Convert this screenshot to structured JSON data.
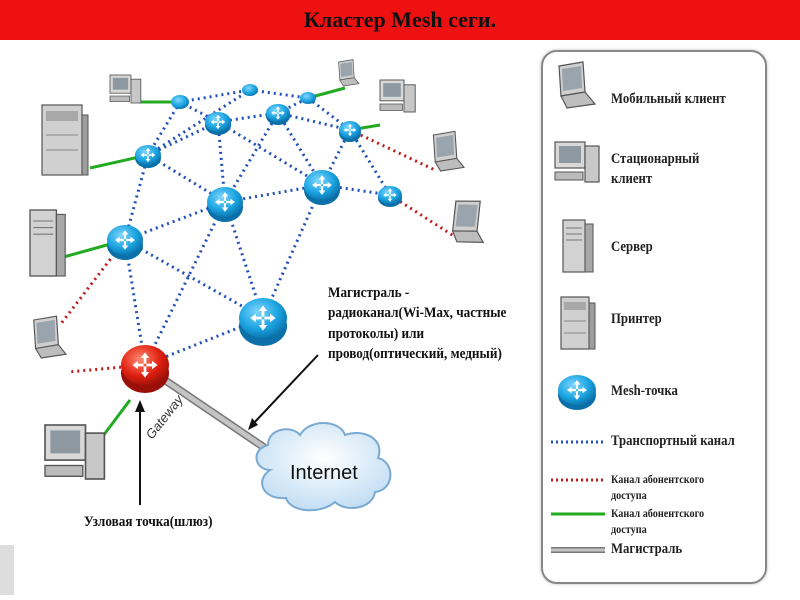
{
  "title": "Кластер Mesh сеги.",
  "diagram": {
    "internet_label": "Internet",
    "gateway_label": "Gateway",
    "backbone_callout": [
      "Магистраль -",
      "радиоканал(Wi-Max, частные",
      "протоколы) или",
      "провод(оптический, медный)"
    ],
    "node_callout": "Узловая точка(шлюз)"
  },
  "legend": {
    "items": [
      {
        "icon": "laptop-icon",
        "label": "Мобильный клиент"
      },
      {
        "icon": "desktop-icon",
        "label_lines": [
          "Стационарный",
          "клиент"
        ]
      },
      {
        "icon": "server-icon",
        "label": "Сервер"
      },
      {
        "icon": "printer-icon",
        "label": "Принтер"
      },
      {
        "icon": "mesh-point-icon",
        "label": "Mesh-точка"
      },
      {
        "icon": "blue-dotted-line",
        "label": "Транспортный канал"
      },
      {
        "icon": "red-dotted-line",
        "label": "Канал абонентского доступа"
      },
      {
        "icon": "green-line",
        "label": "Канал абонентского доступа"
      },
      {
        "icon": "gray-line",
        "label": "Магистраль"
      }
    ]
  },
  "colors": {
    "title_bar": "#ee1111",
    "mesh_point": "#1aa3e0",
    "gateway": "#e02010",
    "transport": "#1f4fb8",
    "access_red": "#c01818",
    "access_green": "#22aa22",
    "backbone": "#999999"
  }
}
